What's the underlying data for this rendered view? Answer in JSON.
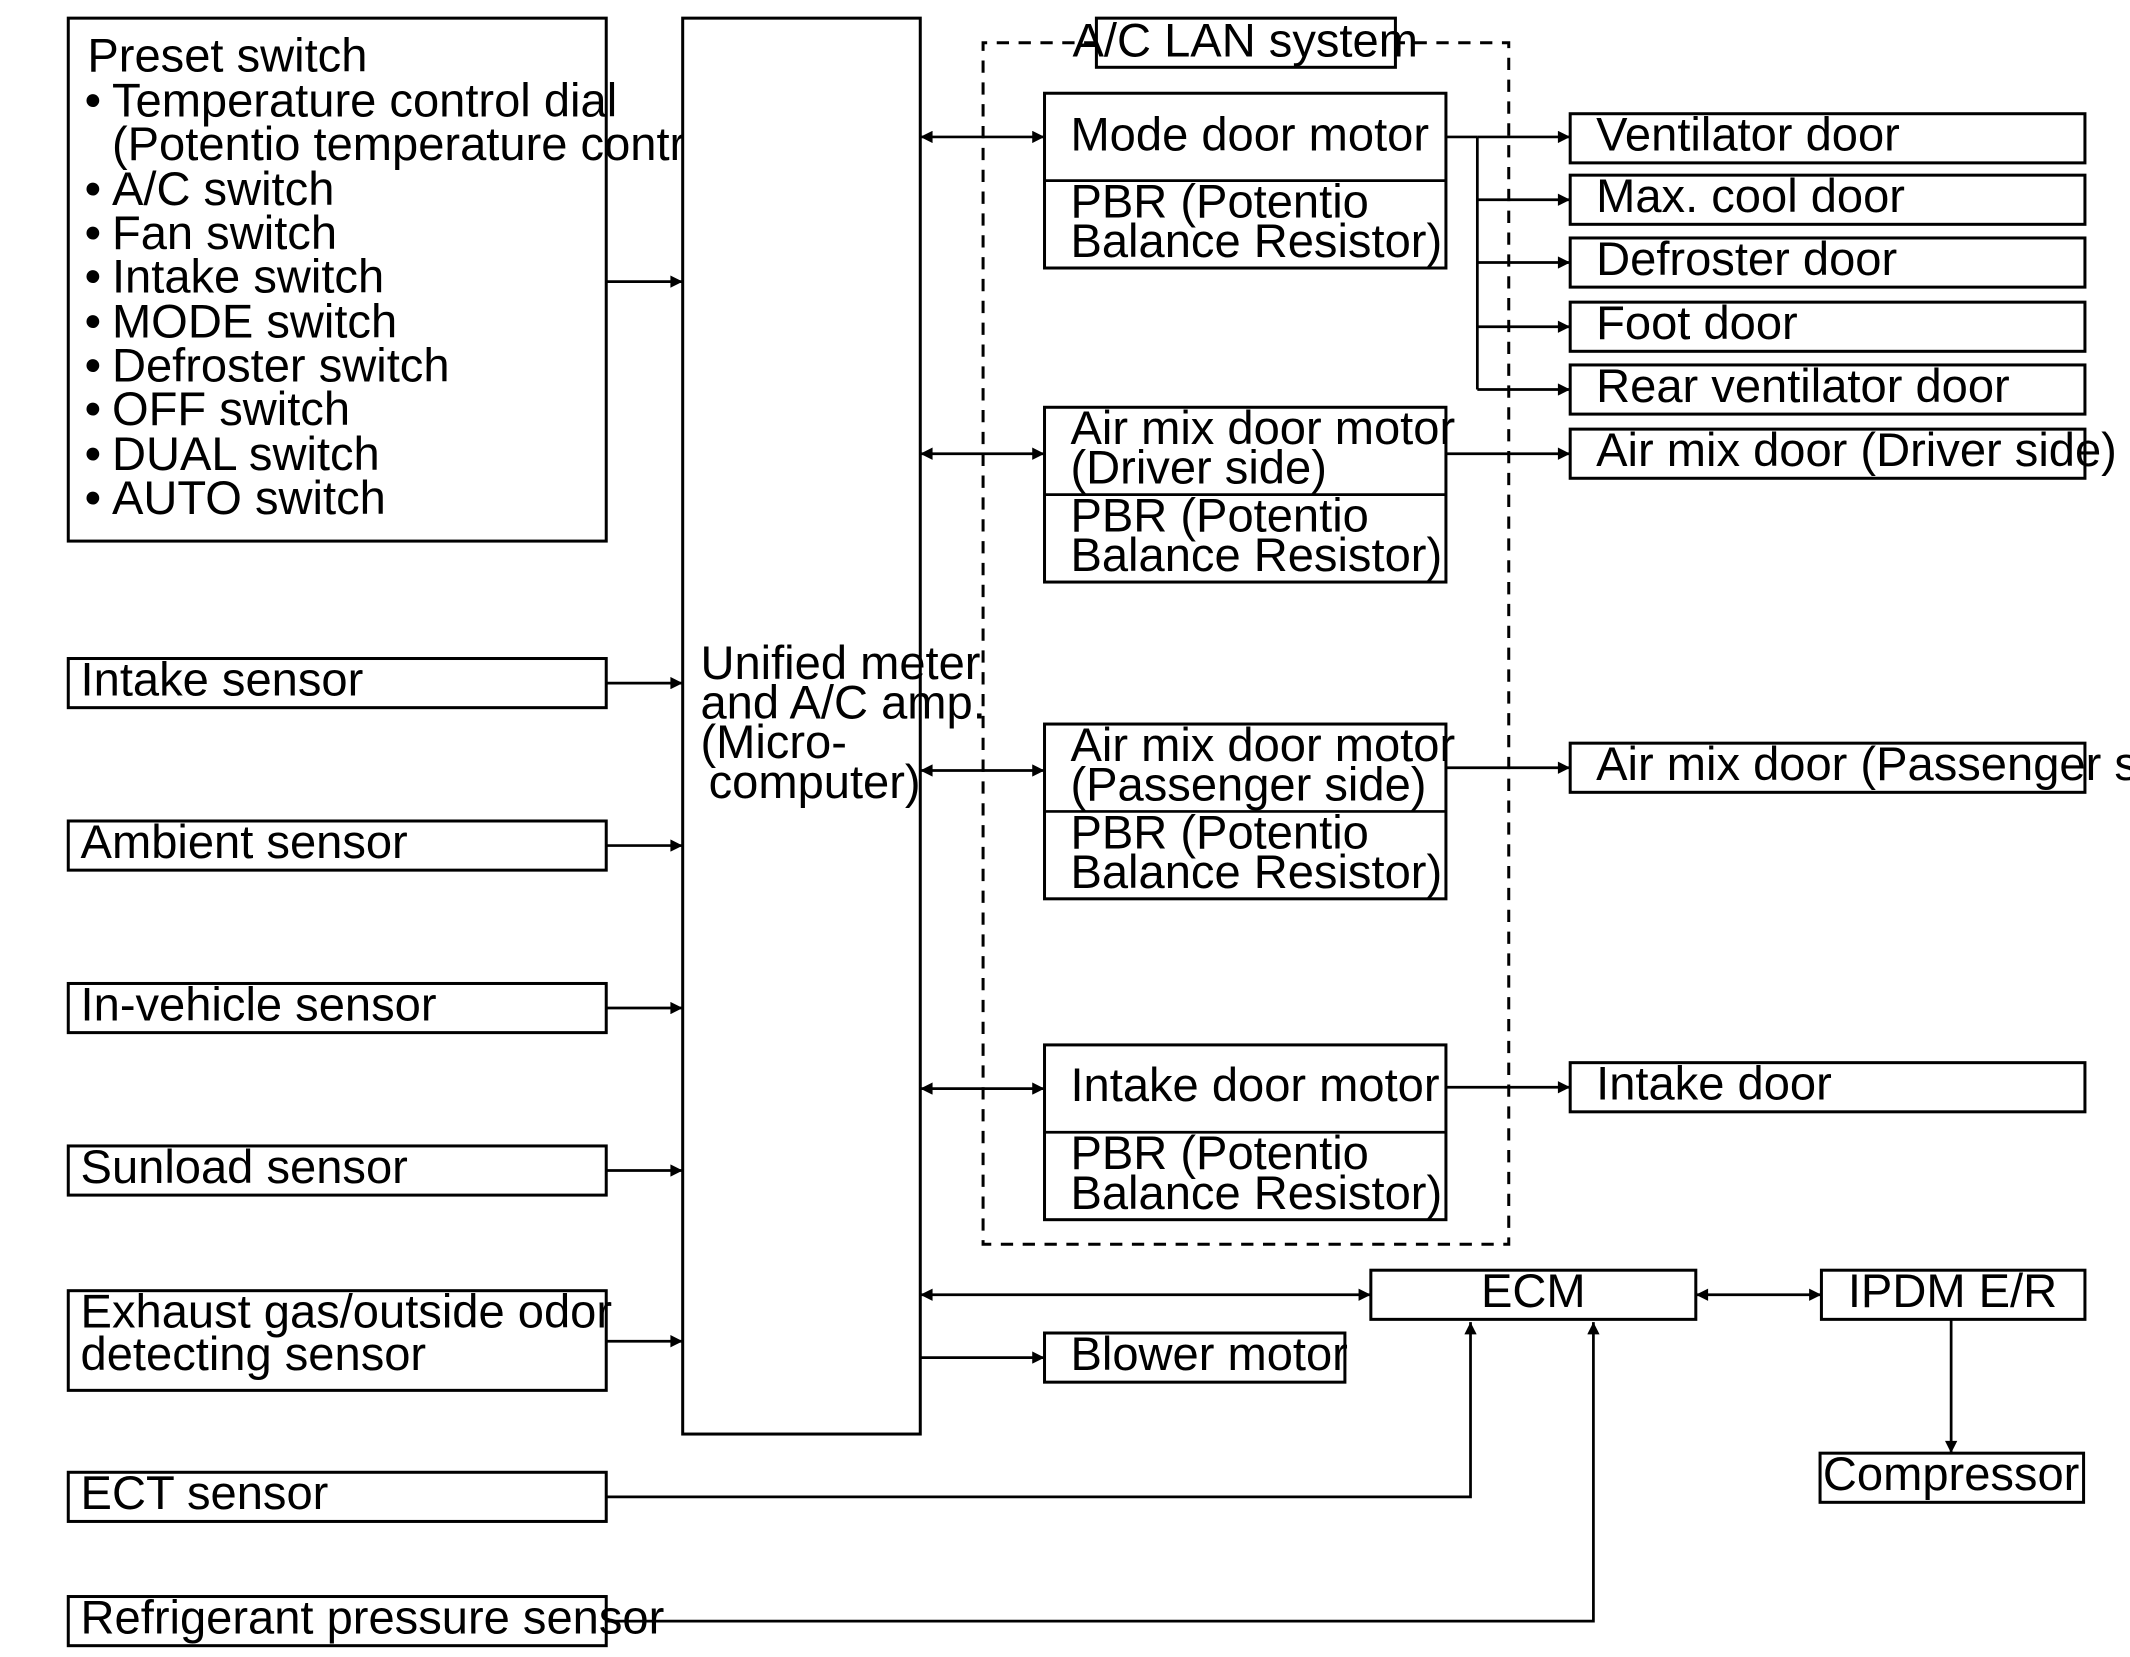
{
  "preset": {
    "title": "Preset switch",
    "bullet": "•",
    "items": [
      "Temperature control dial",
      "(Potentio temperature control)",
      "A/C switch",
      "Fan switch",
      "Intake switch",
      "MODE switch",
      "Defroster switch",
      "OFF switch",
      "DUAL switch",
      "AUTO switch"
    ]
  },
  "sensors": {
    "intake": "Intake sensor",
    "ambient": "Ambient sensor",
    "in_vehicle": "In-vehicle sensor",
    "sunload": "Sunload sensor",
    "exhaust_line1": "Exhaust gas/outside odor",
    "exhaust_line2": "detecting sensor",
    "ect": "ECT sensor",
    "refrigerant": "Refrigerant pressure sensor"
  },
  "amp": {
    "line1": "Unified meter",
    "line2": "and A/C amp.",
    "line3": "(Micro-",
    "line4": "computer)"
  },
  "lan": {
    "title": "A/C LAN system",
    "pbr_line1": "PBR (Potentio",
    "pbr_line2": "Balance Resistor)",
    "mode_motor": "Mode door motor",
    "airmix_driver_line1": "Air mix door motor",
    "airmix_driver_line2": "(Driver side)",
    "airmix_pass_line1": "Air mix door motor",
    "airmix_pass_line2": "(Passenger side)",
    "intake_motor": "Intake door motor"
  },
  "doors": {
    "ventilator": "Ventilator door",
    "max_cool": "Max. cool door",
    "defroster": "Defroster door",
    "foot": "Foot door",
    "rear_ventilator": "Rear ventilator door",
    "airmix_driver": "Air mix door (Driver side)",
    "airmix_passenger": "Air mix door (Passenger side)",
    "intake": "Intake door"
  },
  "outputs": {
    "ecm": "ECM",
    "ipdm": "IPDM E/R",
    "blower": "Blower motor",
    "compressor": "Compressor"
  }
}
